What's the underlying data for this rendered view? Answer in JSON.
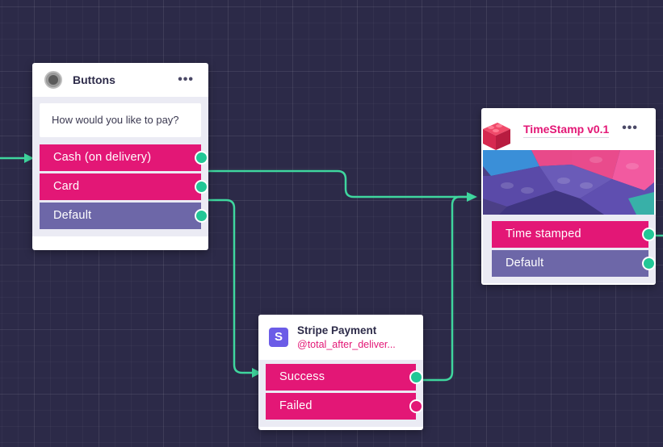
{
  "colors": {
    "canvas": "#2c2a48",
    "connector": "#3fd69e",
    "option_pink": "#e31776",
    "option_purple": "#6d67a8",
    "port_green": "#21c796",
    "stripe_purple": "#6b5ce7"
  },
  "buttons_node": {
    "icon": "radio-button-icon",
    "title": "Buttons",
    "menu": "•••",
    "question": "How would you like to pay?",
    "options": [
      {
        "label": "Cash (on delivery)"
      },
      {
        "label": "Card"
      },
      {
        "label": "Default"
      }
    ]
  },
  "stripe_node": {
    "icon": "stripe-s-icon",
    "icon_letter": "S",
    "title": "Stripe Payment",
    "subtitle": "@total_after_deliver...",
    "options": [
      {
        "label": "Success"
      },
      {
        "label": "Failed"
      }
    ]
  },
  "timestamp_node": {
    "icon": "lego-brick-icon",
    "title": "TimeStamp v0.1",
    "menu": "•••",
    "options": [
      {
        "label": "Time stamped"
      },
      {
        "label": "Default"
      }
    ]
  }
}
